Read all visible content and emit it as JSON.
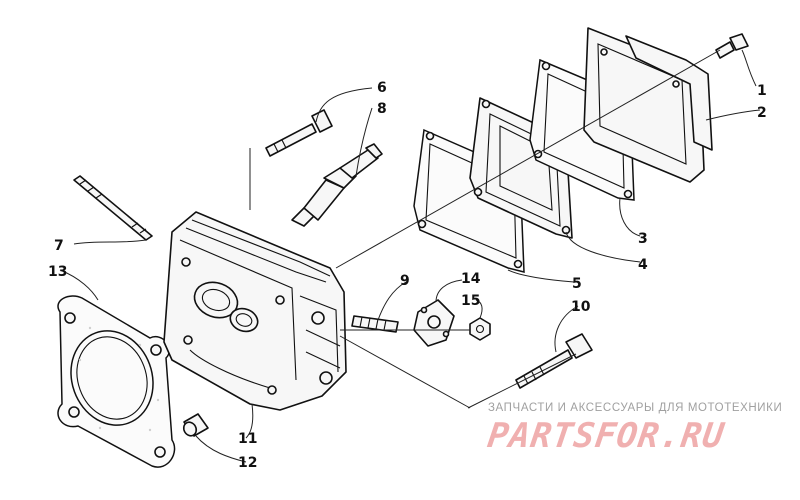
{
  "callouts": [
    {
      "id": "1",
      "label": "1"
    },
    {
      "id": "2",
      "label": "2"
    },
    {
      "id": "3",
      "label": "3"
    },
    {
      "id": "4",
      "label": "4"
    },
    {
      "id": "5",
      "label": "5"
    },
    {
      "id": "6",
      "label": "6"
    },
    {
      "id": "7",
      "label": "7"
    },
    {
      "id": "8",
      "label": "8"
    },
    {
      "id": "9",
      "label": "9"
    },
    {
      "id": "10",
      "label": "10"
    },
    {
      "id": "11",
      "label": "11"
    },
    {
      "id": "12",
      "label": "12"
    },
    {
      "id": "13",
      "label": "13"
    },
    {
      "id": "14",
      "label": "14"
    },
    {
      "id": "15",
      "label": "15"
    }
  ],
  "watermark": {
    "tagline": "ЗАПЧАСТИ И АКСЕССУАРЫ ДЛЯ МОТОТЕХНИКИ",
    "brand": "PARTSFOR.RU",
    "colors": {
      "tagline": "#a0a0a0",
      "brand": "#f0b0b0"
    }
  }
}
